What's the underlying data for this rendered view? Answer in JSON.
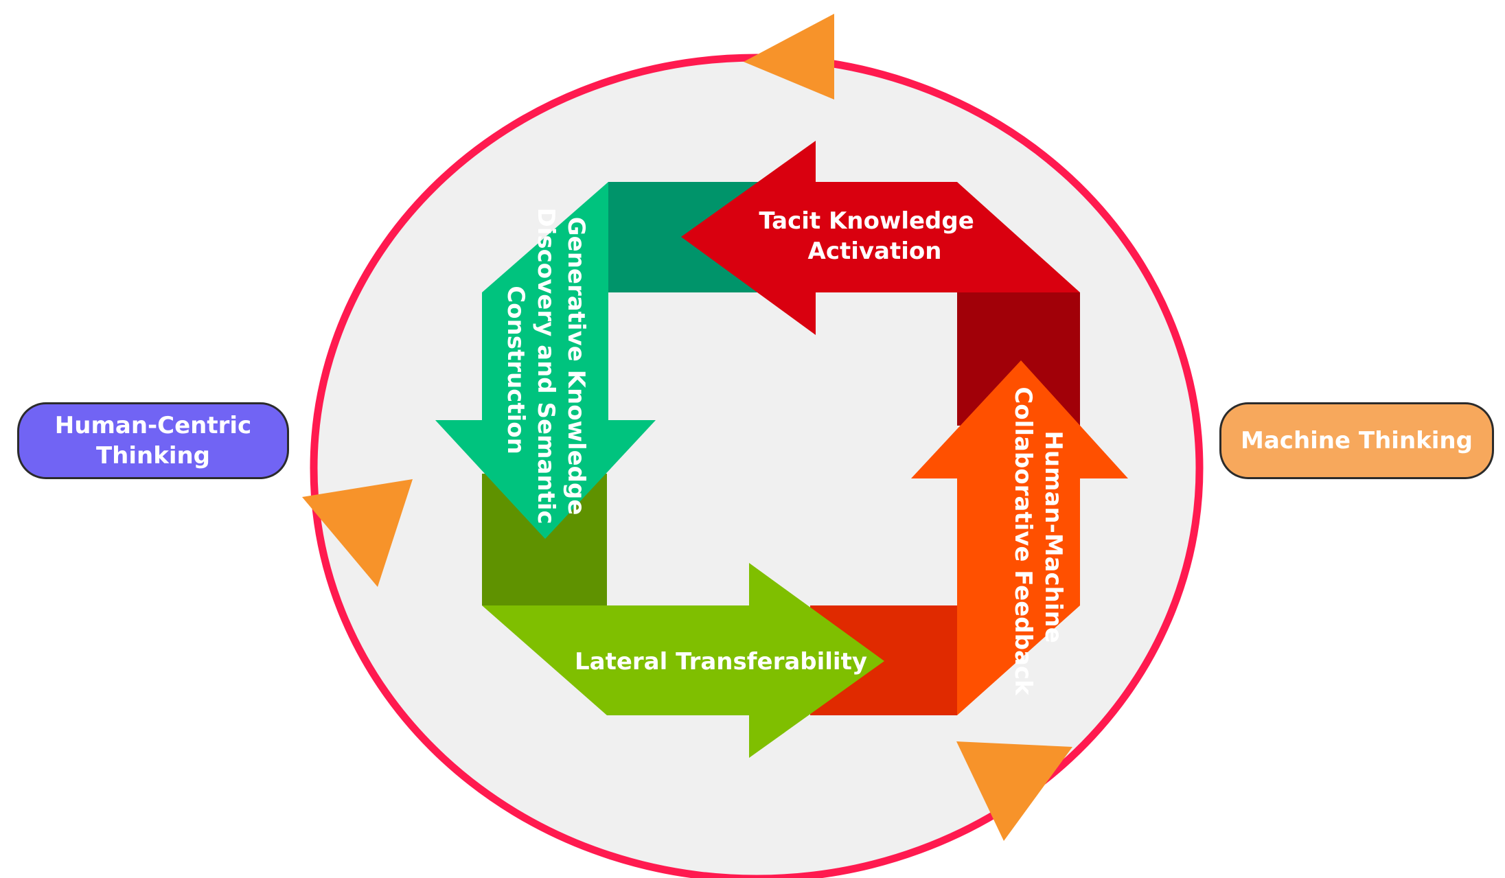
{
  "side_labels": {
    "left": [
      "Human-Centric",
      "Thinking"
    ],
    "right": [
      "Machine Thinking"
    ]
  },
  "cycle_steps": {
    "tacit": [
      "Tacit Knowledge",
      "Activation"
    ],
    "generative": [
      "Generative Knowledge",
      "Discovery and Semantic",
      "Construction"
    ],
    "lateral": [
      "Lateral Transferability"
    ],
    "feedback": [
      "Human-Machine",
      "Collaborative Feedback"
    ]
  },
  "colors": {
    "ring": "#ff1a4f",
    "ring_fill": "#f0f0f0",
    "orange_triangle": "#f7932a",
    "left_pill": "#7164f4",
    "right_pill": "#f7a85c",
    "tacit_arrow": "#d9000f",
    "generative_arrow": "#00c37e",
    "lateral_arrow": "#7fbf00",
    "feedback_arrow": "#ff5000"
  }
}
